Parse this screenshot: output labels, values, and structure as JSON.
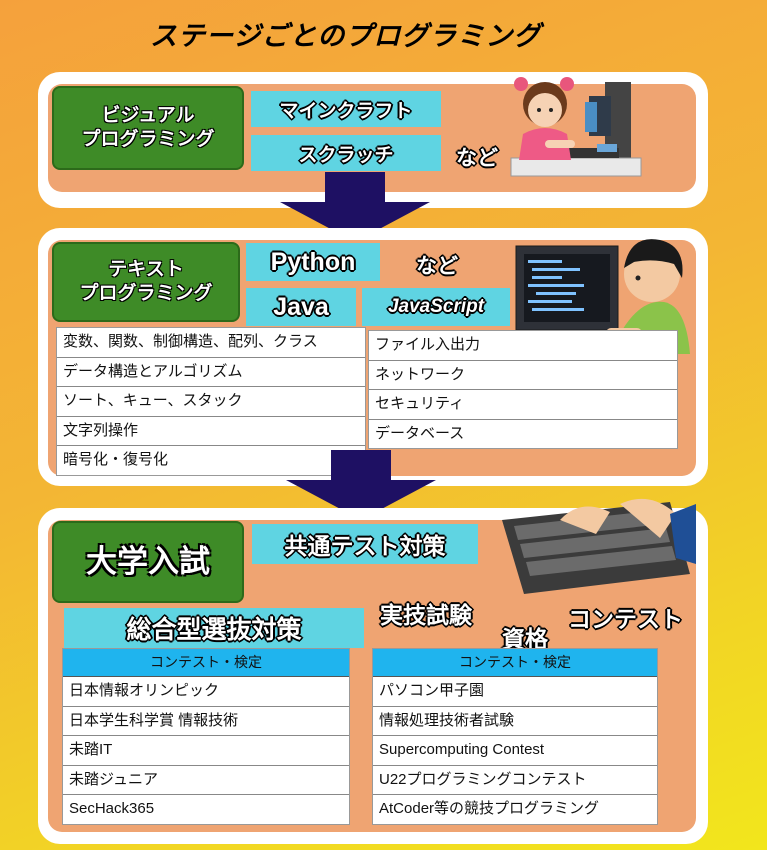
{
  "title": "ステージごとのプログラミング",
  "stage1": {
    "category": [
      "ビジュアル",
      "プログラミング"
    ],
    "tools": [
      "マインクラフト",
      "スクラッチ"
    ],
    "etc": "など"
  },
  "stage2": {
    "category": [
      "テキスト",
      "プログラミング"
    ],
    "languages": {
      "python": "Python",
      "java": "Java",
      "javascript": "JavaScript"
    },
    "etc": "など",
    "left_topics": [
      "変数、関数、制御構造、配列、クラス",
      "データ構造とアルゴリズム",
      "ソート、キュー、スタック",
      "文字列操作",
      "暗号化・復号化"
    ],
    "right_topics": [
      "ファイル入出力",
      "ネットワーク",
      "セキュリティ",
      "データベース"
    ]
  },
  "stage3": {
    "category": "大学入試",
    "common_test": "共通テスト対策",
    "comprehensive": "総合型選抜対策",
    "practical_exam": "実技試験",
    "qualification": "資格",
    "contest": "コンテスト",
    "left_table": {
      "header": "コンテスト・検定",
      "rows": [
        "日本情報オリンピック",
        "日本学生科学賞 情報技術",
        "未踏IT",
        "未踏ジュニア",
        "SecHack365"
      ]
    },
    "right_table": {
      "header": "コンテスト・検定",
      "rows": [
        "パソコン甲子園",
        "情報処理技術者試験",
        "Supercomputing Contest",
        "U22プログラミングコンテスト",
        "AtCoder等の競技プログラミング"
      ]
    }
  },
  "colors": {
    "green": "#3e8b27",
    "cyan": "#5fd4e2",
    "salmon": "#efa472",
    "arrow": "#1e1063",
    "table_header": "#1fb4ee"
  }
}
